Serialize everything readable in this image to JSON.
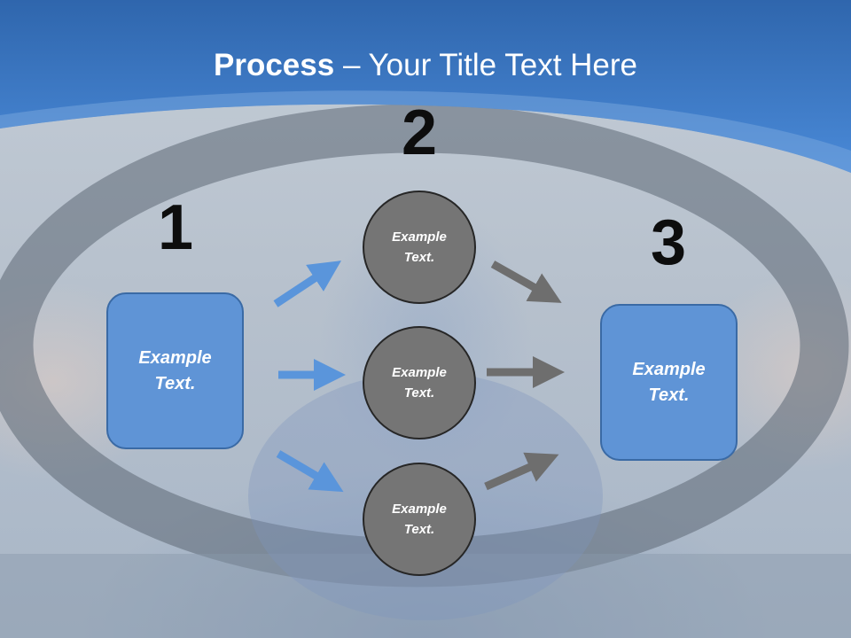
{
  "title": {
    "bold": "Process",
    "rest": " – Your Title Text Here"
  },
  "steps": {
    "one": "1",
    "two": "2",
    "three": "3"
  },
  "boxes": {
    "left": "Example Text.",
    "right": "Example Text."
  },
  "circles": {
    "top": "Example Text.",
    "middle": "Example Text.",
    "bottom": "Example Text."
  },
  "colors": {
    "header": "#3f7fcf",
    "box": "#5f94d6",
    "circle": "#757575",
    "blue_arrow": "#5a95db",
    "gray_arrow": "#6e6e6e"
  }
}
